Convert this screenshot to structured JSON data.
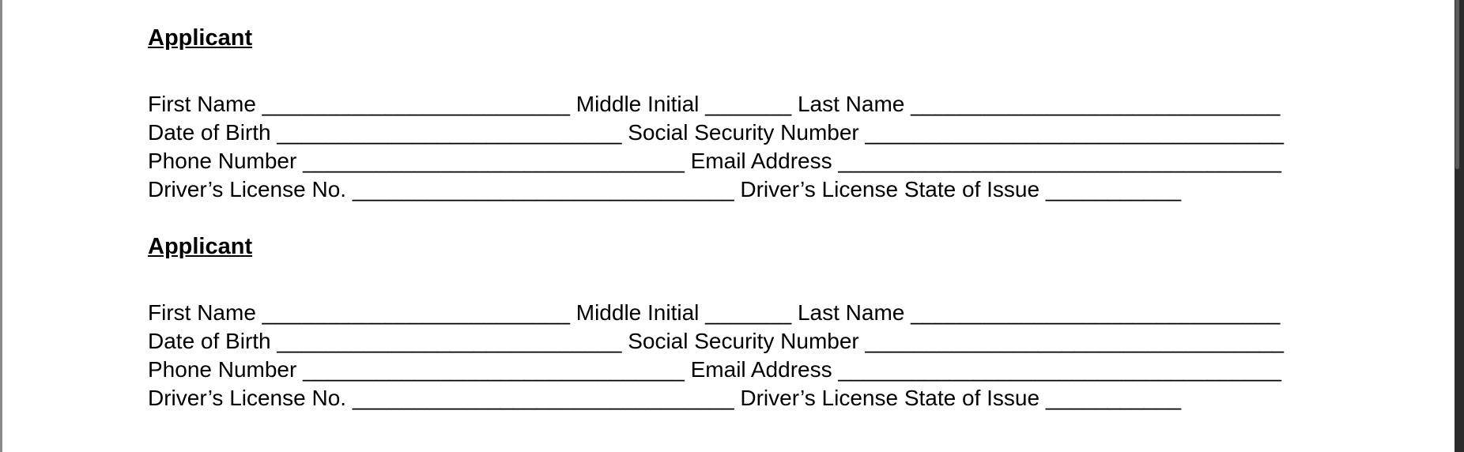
{
  "viewer": {
    "page_background": "#ffffff",
    "page_edge_color": "#8a8a8a",
    "scrollbar_track_color": "#2b2b2b",
    "scrollbar_thumb_color": "#5a5a5a",
    "text_color": "#000000"
  },
  "document": {
    "sections": [
      {
        "heading": "Applicant",
        "lines": [
          "First Name _________________________ Middle Initial _______ Last Name ______________________________",
          "Date of Birth ____________________________ Social Security Number __________________________________",
          "Phone Number _______________________________ Email Address ____________________________________",
          "Driver’s License No. _______________________________ Driver’s License State of Issue ___________"
        ]
      },
      {
        "heading": "Applicant",
        "lines": [
          "First Name _________________________ Middle Initial _______ Last Name ______________________________",
          "Date of Birth ____________________________ Social Security Number __________________________________",
          "Phone Number _______________________________ Email Address ____________________________________",
          "Driver’s License No. _______________________________ Driver’s License State of Issue ___________"
        ]
      }
    ]
  }
}
